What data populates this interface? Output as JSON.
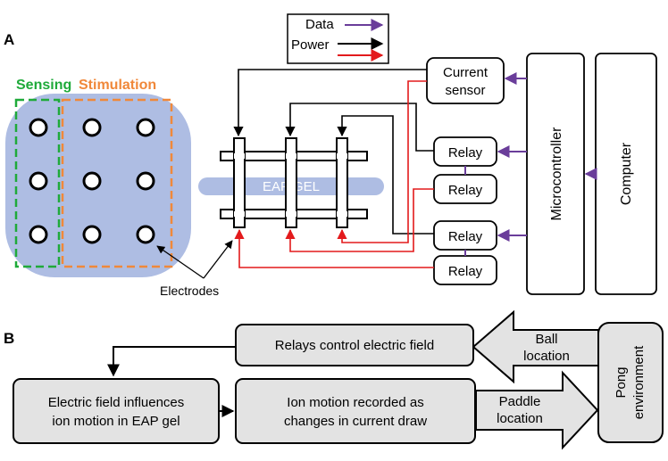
{
  "panels": {
    "a_label": "A",
    "b_label": "B"
  },
  "legend": {
    "data": "Data",
    "power": "Power"
  },
  "colors": {
    "data": "#6a3d9a",
    "power_black": "#000000",
    "power_red": "#e31a1c",
    "gel": "#aebde3",
    "sensing": "#1faa3a",
    "stimulation": "#f0883a",
    "box_gray": "#e3e3e3"
  },
  "array": {
    "sensing_label": "Sensing",
    "stimulation_label": "Stimulation"
  },
  "apparatus": {
    "gel_label": "EAP GEL",
    "electrodes_label": "Electrodes",
    "current_sensor_line1": "Current",
    "current_sensor_line2": "sensor",
    "relay_label": "Relay",
    "microcontroller_label": "Microcontroller",
    "computer_label": "Computer"
  },
  "flow": {
    "relays_control": "Relays control electric field",
    "electric_field_line1": "Electric field influences",
    "electric_field_line2": "ion motion in EAP gel",
    "ion_motion_line1": "Ion motion recorded as",
    "ion_motion_line2": "changes in current draw",
    "ball_line1": "Ball",
    "ball_line2": "location",
    "paddle_line1": "Paddle",
    "paddle_line2": "location",
    "pong_line1": "Pong",
    "pong_line2": "environment"
  }
}
